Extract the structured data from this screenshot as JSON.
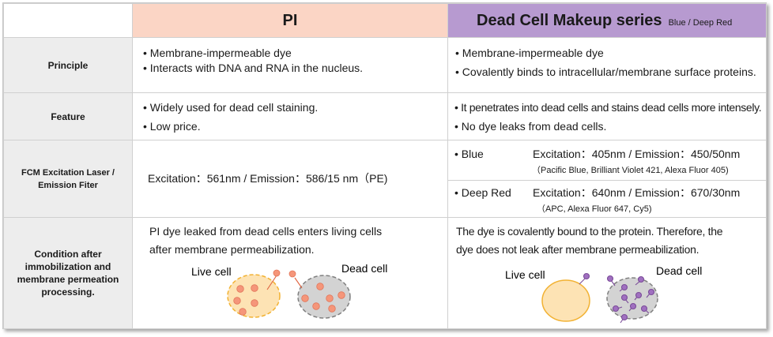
{
  "header": {
    "pi_title": "PI",
    "dc_title": "Dead Cell Makeup series",
    "dc_subtitle": "Blue / Deep Red"
  },
  "rows": {
    "principle": {
      "label": "Principle",
      "pi": [
        "• Membrane-impermeable dye",
        "• Interacts with DNA and RNA in the nucleus."
      ],
      "dc": [
        "• Membrane-impermeable dye",
        "• Covalently binds to intracellular/membrane surface proteins."
      ]
    },
    "feature": {
      "label": "Feature",
      "pi": [
        "• Widely used for dead cell staining.",
        "• Low price."
      ],
      "dc": [
        "• It penetrates into dead cells and stains dead cells more intensely.",
        "• No dye leaks from dead cells."
      ]
    },
    "fcm": {
      "label": [
        "FCM Excitation Laser /",
        "Emission Fiter"
      ],
      "pi": "Excitation：561nm / Emission：586/15 nm（PE)",
      "dc": [
        {
          "name": "•  Blue",
          "spec": "Excitation：405nm / Emission：450/50nm",
          "dyes": "（Pacific Blue, Brilliant Violet 421, Alexa Fluor 405)"
        },
        {
          "name": "•  Deep Red",
          "spec": "Excitation：640nm / Emission：670/30nm",
          "dyes": "（APC, Alexa Fluor 647, Cy5)"
        }
      ]
    },
    "condition": {
      "label": [
        "Condition after",
        "immobilization and",
        "membrane permeation",
        "processing."
      ],
      "pi": [
        "PI dye leaked from dead cells enters living cells",
        "after membrane permeabilization."
      ],
      "dc": [
        "The dye is covalently bound to the protein. Therefore, the",
        "dye does not leak after membrane permeabilization."
      ],
      "live_label": "Live cell",
      "dead_label": "Dead cell"
    }
  },
  "colors": {
    "pi_header": "#fbd5c5",
    "dc_header": "#b79ad0",
    "row_header": "#ededed",
    "live_fill": "#fde3b4",
    "live_stroke": "#f2b233",
    "dead_fill": "#d3d3d3",
    "dead_stroke": "#808080",
    "pi_dot": "#f5967a",
    "dc_dot": "#a070c0"
  }
}
